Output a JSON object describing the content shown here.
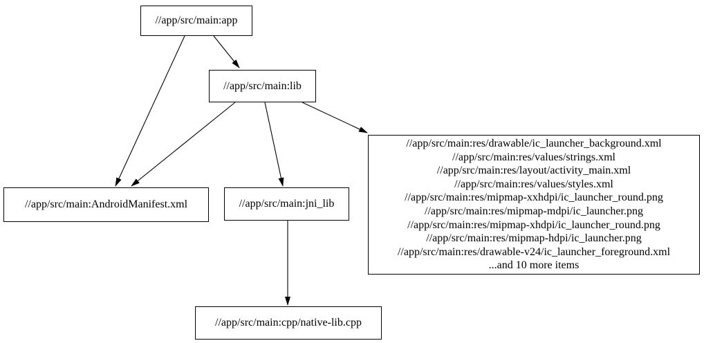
{
  "diagram": {
    "kind": "dependency-graph",
    "nodes": {
      "app": {
        "label": "//app/src/main:app"
      },
      "lib": {
        "label": "//app/src/main:lib"
      },
      "android_manifest": {
        "label": "//app/src/main:AndroidManifest.xml"
      },
      "jni_lib": {
        "label": "//app/src/main:jni_lib"
      },
      "res_group": {
        "lines": [
          "//app/src/main:res/drawable/ic_launcher_background.xml",
          "//app/src/main:res/values/strings.xml",
          "//app/src/main:res/layout/activity_main.xml",
          "//app/src/main:res/values/styles.xml",
          "//app/src/main:res/mipmap-xxhdpi/ic_launcher_round.png",
          "//app/src/main:res/mipmap-mdpi/ic_launcher.png",
          "//app/src/main:res/mipmap-xhdpi/ic_launcher_round.png",
          "//app/src/main:res/mipmap-hdpi/ic_launcher.png",
          "//app/src/main:res/drawable-v24/ic_launcher_foreground.xml",
          "...and 10 more items"
        ]
      },
      "native_lib": {
        "label": "//app/src/main:cpp/native-lib.cpp"
      }
    },
    "edges": [
      {
        "from": "//app/src/main:app",
        "to": "//app/src/main:lib"
      },
      {
        "from": "//app/src/main:app",
        "to": "//app/src/main:AndroidManifest.xml"
      },
      {
        "from": "//app/src/main:lib",
        "to": "//app/src/main:AndroidManifest.xml"
      },
      {
        "from": "//app/src/main:lib",
        "to": "//app/src/main:jni_lib"
      },
      {
        "from": "//app/src/main:lib",
        "to": "res-file-group"
      },
      {
        "from": "//app/src/main:jni_lib",
        "to": "//app/src/main:cpp/native-lib.cpp"
      }
    ],
    "colors": {
      "background": "#ffffff",
      "node_fill": "#ffffff",
      "node_border": "#000000",
      "edge": "#000000",
      "text": "#000000"
    }
  }
}
